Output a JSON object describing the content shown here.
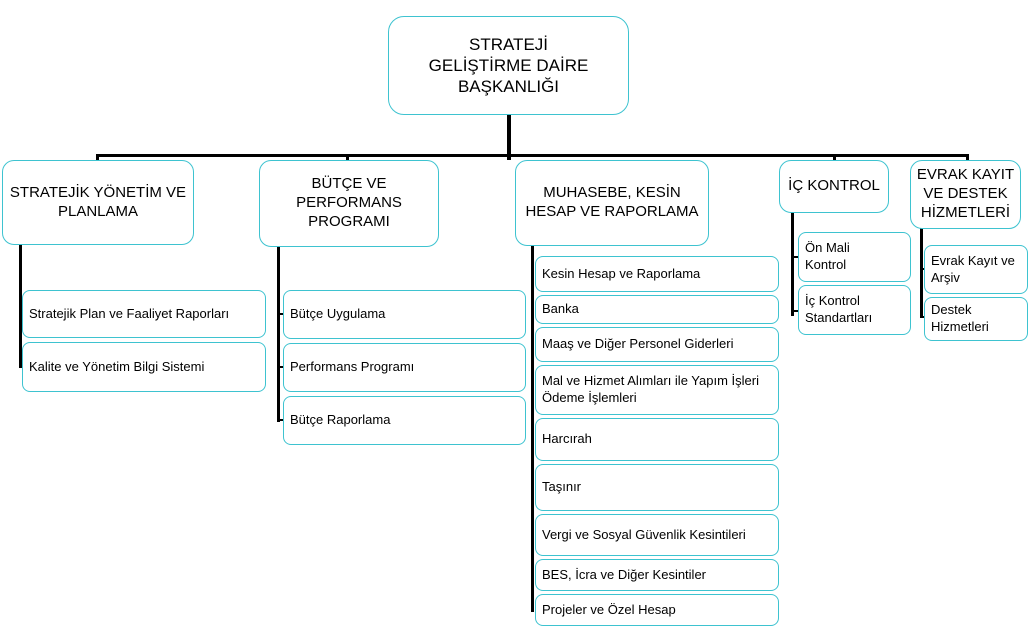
{
  "root": {
    "title": "STRATEJİ GELİŞTİRME DAİRE BAŞKANLIĞI"
  },
  "departments": [
    {
      "title": "STRATEJİK YÖNETİM VE PLANLAMA",
      "units": [
        "Stratejik Plan ve Faaliyet Raporları",
        "Kalite ve Yönetim Bilgi Sistemi"
      ]
    },
    {
      "title": "BÜTÇE VE PERFORMANS PROGRAMI",
      "units": [
        "Bütçe Uygulama",
        "Performans Programı",
        "Bütçe Raporlama"
      ]
    },
    {
      "title": "MUHASEBE, KESİN HESAP VE RAPORLAMA",
      "units": [
        "Kesin Hesap ve Raporlama",
        "Banka",
        "Maaş ve Diğer Personel Giderleri",
        "Mal ve Hizmet Alımları ile Yapım İşleri Ödeme İşlemleri",
        "Harcırah",
        "Taşınır",
        "Vergi ve Sosyal Güvenlik Kesintileri",
        "BES, İcra ve Diğer Kesintiler",
        "Projeler ve Özel Hesap"
      ]
    },
    {
      "title": "İÇ KONTROL",
      "units": [
        "Ön Mali Kontrol",
        "İç Kontrol Standartları"
      ]
    },
    {
      "title": "EVRAK KAYIT VE DESTEK HİZMETLERİ",
      "units": [
        "Evrak Kayıt ve Arşiv",
        "Destek Hizmetleri"
      ]
    }
  ]
}
